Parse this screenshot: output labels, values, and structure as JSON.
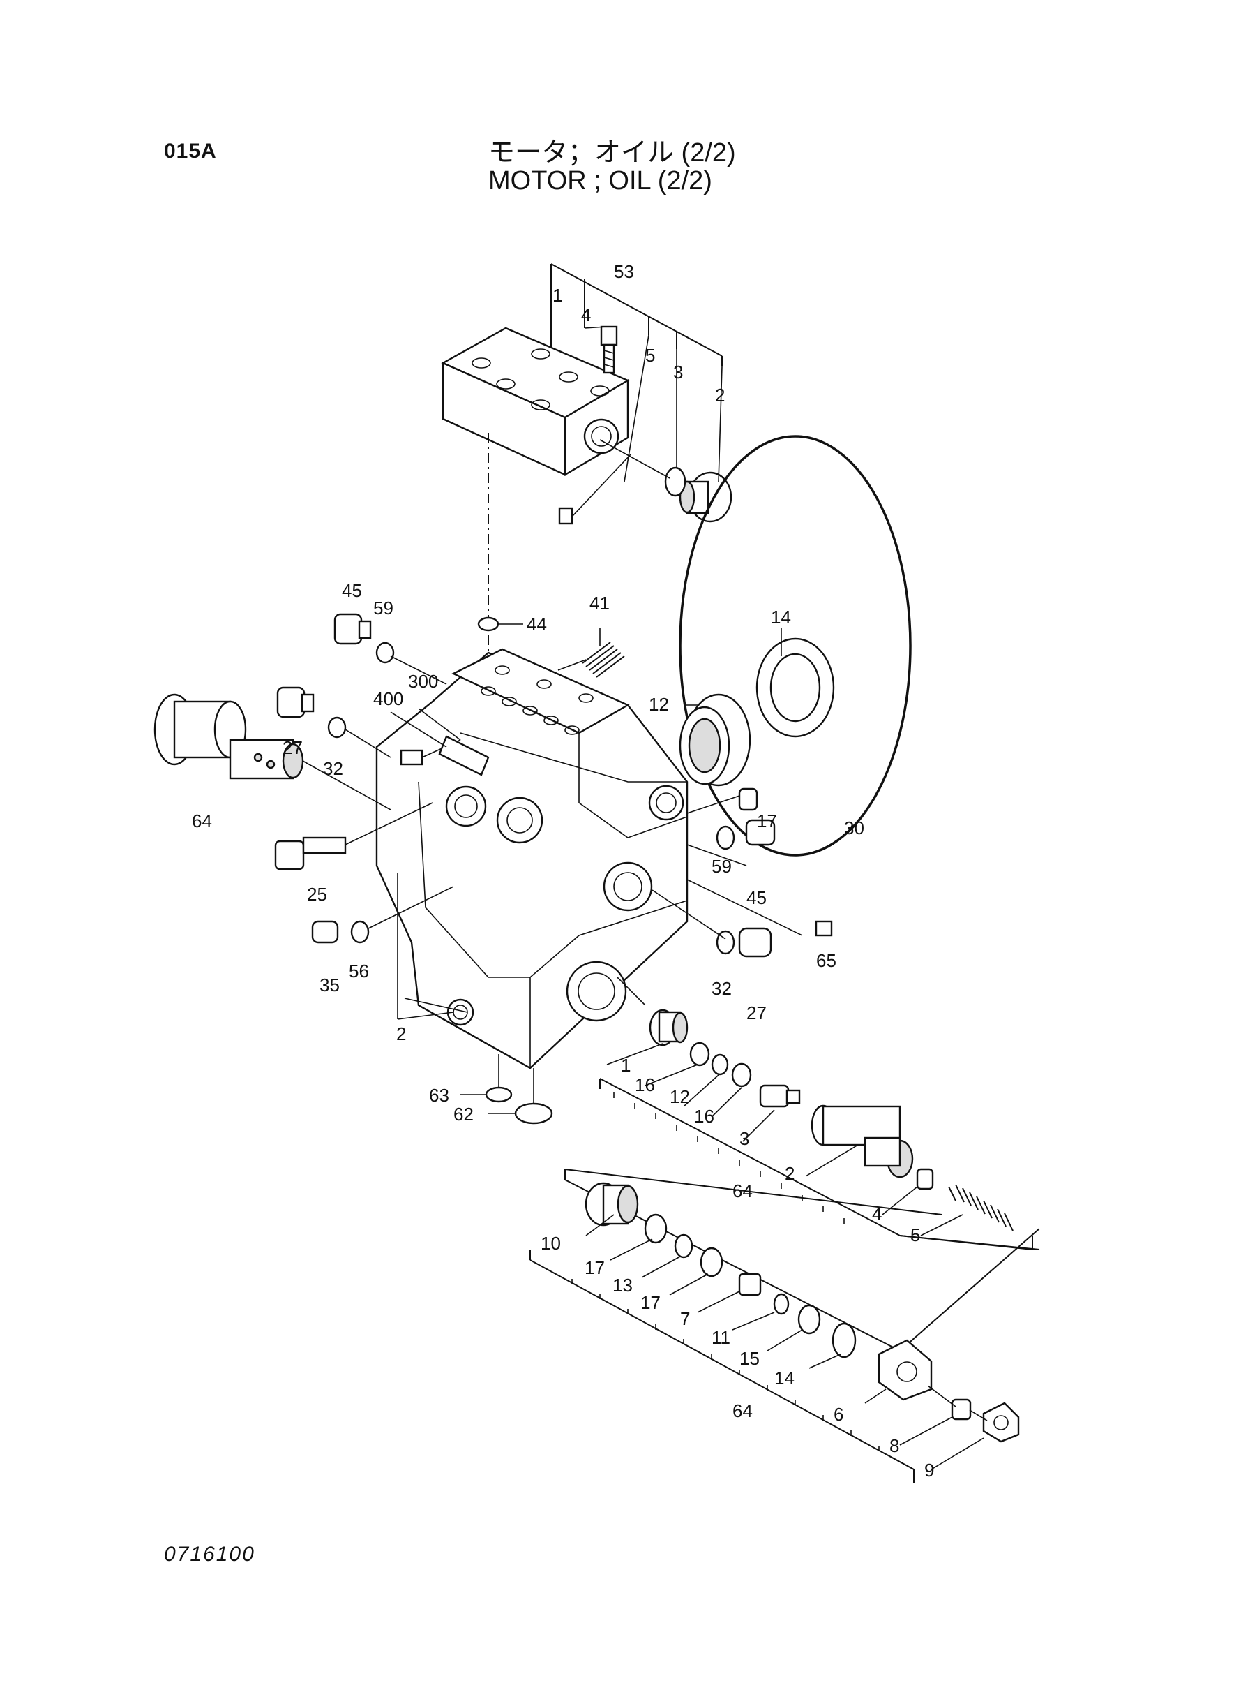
{
  "header": {
    "page_code": "015A",
    "title_jp": "モータ；オイル (2/2)",
    "title_en": "MOTOR ; OIL (2/2)"
  },
  "footer": {
    "drawing_number": "0716100"
  },
  "callouts": {
    "top_block": {
      "c53": "53",
      "c1": "1",
      "c4": "4",
      "c5": "5",
      "c3": "3",
      "c2": "2"
    },
    "casing": {
      "c45a": "45",
      "c59a": "59",
      "c44": "44",
      "c41": "41",
      "c14": "14",
      "c12": "12",
      "c27a": "27",
      "c32a": "32",
      "c400": "400",
      "c300": "300",
      "c64a": "64",
      "c25": "25",
      "c17": "17",
      "c59b": "59",
      "c45b": "45",
      "c30": "30",
      "c65": "65",
      "c35": "35",
      "c56": "56",
      "c2": "2",
      "c32b": "32",
      "c27b": "27",
      "c63": "63",
      "c62": "62"
    },
    "valve_a": {
      "c1": "1",
      "c16a": "16",
      "c12": "12",
      "c16b": "16",
      "c3": "3",
      "c64": "64",
      "c2": "2",
      "c4": "4",
      "c5": "5"
    },
    "valve_b": {
      "c10": "10",
      "c17a": "17",
      "c13": "13",
      "c17b": "17",
      "c7": "7",
      "c11": "11",
      "c15": "15",
      "c14": "14",
      "c64": "64",
      "c6": "6",
      "c8": "8",
      "c9": "9"
    }
  }
}
